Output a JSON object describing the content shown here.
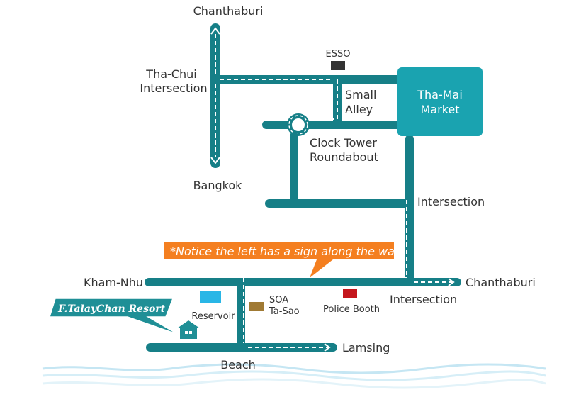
{
  "places": {
    "north_chanthaburi": "Chanthaburi",
    "tha_chui": [
      "Tha-Chui",
      "Intersection"
    ],
    "bangkok": "Bangkok",
    "esso": "ESSO",
    "small_alley": [
      "Small",
      "Alley"
    ],
    "tha_mai_market": [
      "Tha-Mai",
      "Market"
    ],
    "clock_tower": [
      "Clock Tower",
      "Roundabout"
    ],
    "intersection_upper": "Intersection",
    "intersection_lower": "Intersection",
    "kham_nhu": "Kham-Nhu",
    "east_chanthaburi": "Chanthaburi",
    "reservoir": "Reservoir",
    "soa_ta_sao": [
      "SOA",
      "Ta-Sao"
    ],
    "police_booth": "Police Booth",
    "lamsing": "Lamsing",
    "beach": "Beach"
  },
  "callout": "*Notice the left has a sign along the way",
  "resort_label": "F.TalayChan Resort",
  "colors": {
    "road": "#167f87",
    "market": "#1aa3b0",
    "callout": "#f47f20",
    "esso": "#333333",
    "reservoir": "#29b6e6",
    "soa": "#a07a34",
    "police": "#c4161c",
    "resort": "#1f8f96",
    "sea": "#c5e6f3"
  },
  "icons": [
    "north-arrow-icon",
    "south-arrow-icon",
    "east-arrow-icon",
    "house-icon",
    "roundabout-icon"
  ]
}
